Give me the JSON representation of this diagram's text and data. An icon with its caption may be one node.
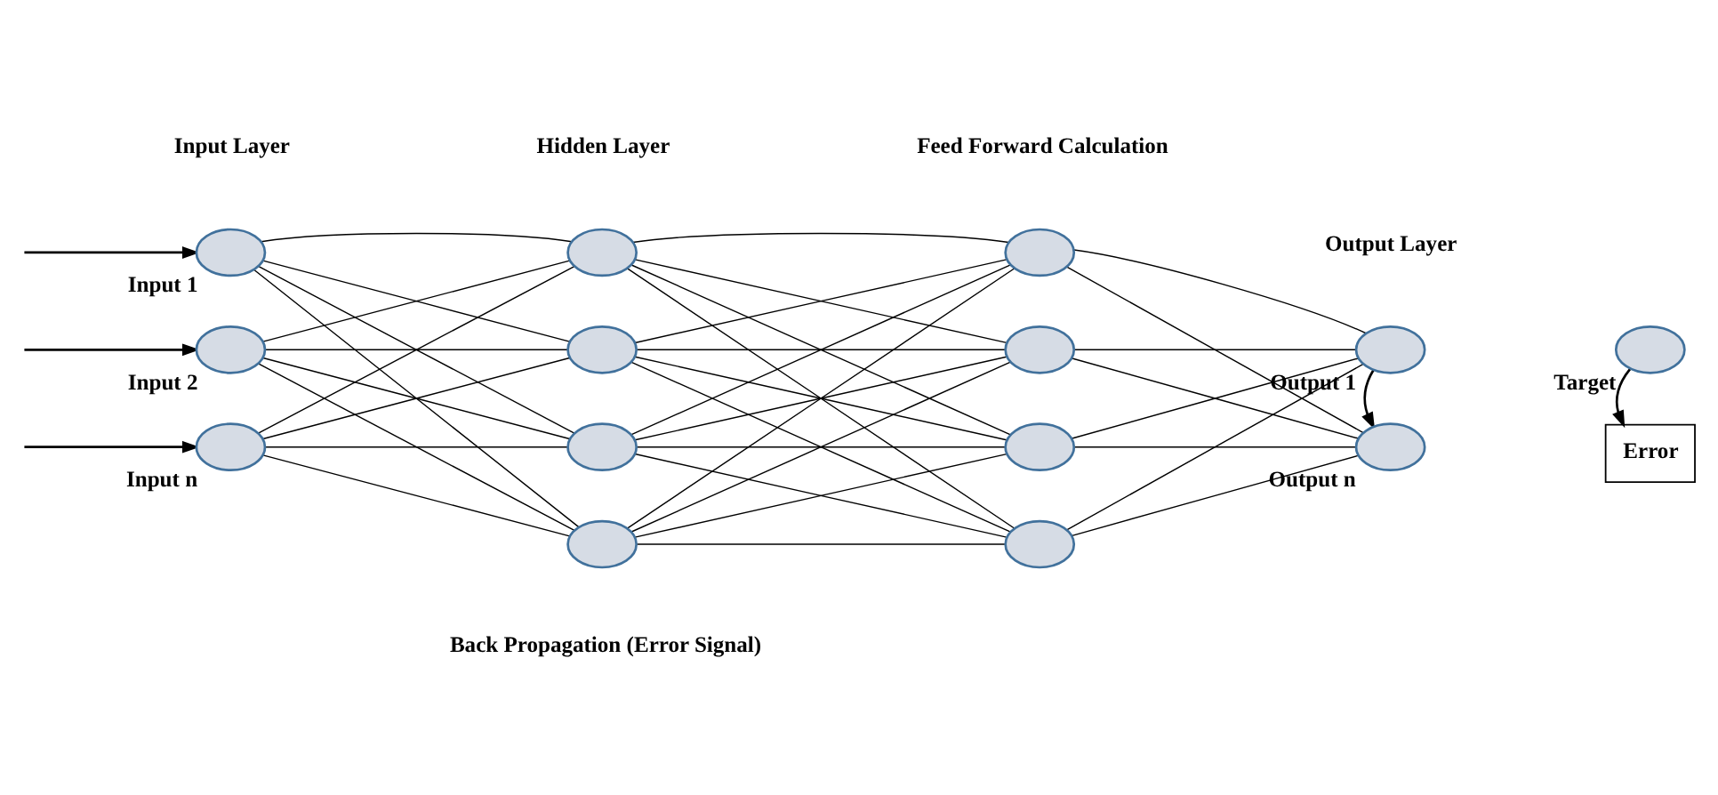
{
  "diagram": {
    "nodes": [
      {
        "text": [],
        "shape": "circle",
        "beside": [
          "Input 1"
        ]
      },
      {
        "text": [],
        "shape": "circle",
        "beside": [
          "Input 2"
        ]
      },
      {
        "text": [],
        "shape": "circle",
        "beside": [
          "Input n"
        ]
      },
      {
        "text": [],
        "shape": "circle"
      },
      {
        "text": [],
        "shape": "circle"
      },
      {
        "text": [],
        "shape": "circle"
      },
      {
        "text": [],
        "shape": "circle"
      },
      {
        "text": [],
        "shape": "circle"
      },
      {
        "text": [],
        "shape": "circle"
      },
      {
        "text": [],
        "shape": "circle"
      },
      {
        "text": [],
        "shape": "circle"
      },
      {
        "text": [],
        "shape": "circle",
        "beside": [
          "Output 1"
        ]
      },
      {
        "text": [],
        "shape": "circle",
        "beside": [
          "Output n"
        ]
      },
      {
        "text": [],
        "shape": "circle",
        "beside": [
          "Target"
        ]
      },
      {
        "text": [
          "Error"
        ]
      }
    ],
    "edges": [
      {
        "from": null,
        "to": 0,
        "arrow": "to"
      },
      {
        "from": null,
        "to": 1,
        "arrow": "to"
      },
      {
        "from": null,
        "to": 2,
        "arrow": "to"
      },
      {
        "from": 0,
        "to": 3,
        "arrow": "none"
      },
      {
        "from": 0,
        "to": 4,
        "arrow": "none"
      },
      {
        "from": 0,
        "to": 5,
        "arrow": "none"
      },
      {
        "from": 0,
        "to": 6,
        "arrow": "none"
      },
      {
        "from": 1,
        "to": 3,
        "arrow": "none"
      },
      {
        "from": 1,
        "to": 4,
        "arrow": "none"
      },
      {
        "from": 1,
        "to": 5,
        "arrow": "none"
      },
      {
        "from": 1,
        "to": 6,
        "arrow": "none"
      },
      {
        "from": 2,
        "to": 3,
        "arrow": "none"
      },
      {
        "from": 2,
        "to": 4,
        "arrow": "none"
      },
      {
        "from": 2,
        "to": 5,
        "arrow": "none"
      },
      {
        "from": 2,
        "to": 6,
        "arrow": "none"
      },
      {
        "from": 3,
        "to": 7,
        "arrow": "none"
      },
      {
        "from": 3,
        "to": 8,
        "arrow": "none"
      },
      {
        "from": 3,
        "to": 9,
        "arrow": "none"
      },
      {
        "from": 3,
        "to": 10,
        "arrow": "none"
      },
      {
        "from": 4,
        "to": 7,
        "arrow": "none"
      },
      {
        "from": 4,
        "to": 8,
        "arrow": "none"
      },
      {
        "from": 4,
        "to": 9,
        "arrow": "none"
      },
      {
        "from": 4,
        "to": 10,
        "arrow": "none"
      },
      {
        "from": 5,
        "to": 7,
        "arrow": "none"
      },
      {
        "from": 5,
        "to": 8,
        "arrow": "none"
      },
      {
        "from": 5,
        "to": 9,
        "arrow": "none"
      },
      {
        "from": 5,
        "to": 10,
        "arrow": "none"
      },
      {
        "from": 6,
        "to": 7,
        "arrow": "none"
      },
      {
        "from": 6,
        "to": 8,
        "arrow": "none"
      },
      {
        "from": 6,
        "to": 9,
        "arrow": "none"
      },
      {
        "from": 6,
        "to": 10,
        "arrow": "none"
      },
      {
        "from": 7,
        "to": 11,
        "arrow": "none"
      },
      {
        "from": 7,
        "to": 12,
        "arrow": "none"
      },
      {
        "from": 8,
        "to": 11,
        "arrow": "none"
      },
      {
        "from": 8,
        "to": 12,
        "arrow": "none"
      },
      {
        "from": 9,
        "to": 11,
        "arrow": "none"
      },
      {
        "from": 9,
        "to": 12,
        "arrow": "none"
      },
      {
        "from": 10,
        "to": 11,
        "arrow": "none"
      },
      {
        "from": 10,
        "to": 12,
        "arrow": "none"
      },
      {
        "from": 11,
        "to": 12,
        "arrow": "to"
      },
      {
        "from": 13,
        "to": 14,
        "arrow": "to"
      }
    ],
    "labels": [
      "Feed Forward Calculation",
      "Input Layer",
      "Hidden Layer",
      "Output Layer",
      "Back Propagation (Error Signal)"
    ]
  }
}
